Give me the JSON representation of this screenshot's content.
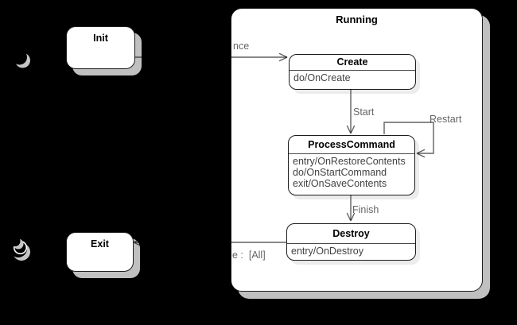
{
  "canvas": {
    "background_color": "#000000",
    "shadow_color": "#c0c0c0",
    "inner_shadow_color": "#ececec"
  },
  "diagram": {
    "composite_state": {
      "title": "Running"
    },
    "states": {
      "init": {
        "title": "Init"
      },
      "exit": {
        "title": "Exit"
      },
      "create": {
        "title": "Create",
        "activities": [
          "do/OnCreate"
        ]
      },
      "process_command": {
        "title": "ProcessCommand",
        "activities": [
          "entry/OnRestoreContents",
          "do/OnStartCommand",
          "exit/OnSaveContents"
        ]
      },
      "destroy": {
        "title": "Destroy",
        "activities": [
          "entry/OnDestroy"
        ]
      }
    },
    "transitions": {
      "init_to_create_visible_fragment": "nce",
      "create_to_process_label": "Start",
      "process_self_label": "Restart",
      "process_to_destroy_label": "Finish",
      "destroy_to_exit_visible_fragment": "e :  [All]"
    },
    "icons": {
      "top_left": "initial-state-icon",
      "bottom_left": "final-state-icon"
    }
  }
}
